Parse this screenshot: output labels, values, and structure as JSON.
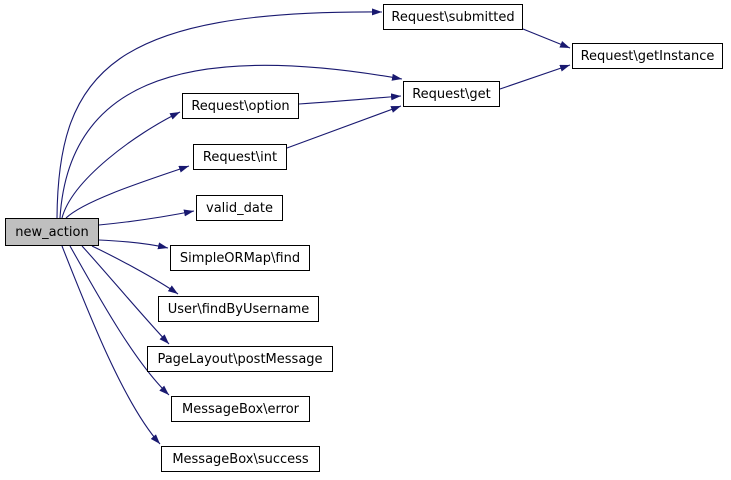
{
  "diagram": {
    "type": "call-graph",
    "background_color": "#ffffff",
    "edge_color": "#191970",
    "node_border_color": "#000000",
    "node_fill_color": "#ffffff",
    "highlighted_node_fill_color": "#bfbfbf",
    "nodes": [
      {
        "id": "new_action",
        "label": "new_action",
        "highlighted": true
      },
      {
        "id": "request_submitted",
        "label": "Request\\submitted",
        "highlighted": false
      },
      {
        "id": "request_getinstance",
        "label": "Request\\getInstance",
        "highlighted": false
      },
      {
        "id": "request_get",
        "label": "Request\\get",
        "highlighted": false
      },
      {
        "id": "request_option",
        "label": "Request\\option",
        "highlighted": false
      },
      {
        "id": "request_int",
        "label": "Request\\int",
        "highlighted": false
      },
      {
        "id": "valid_date",
        "label": "valid_date",
        "highlighted": false
      },
      {
        "id": "simpleormap_find",
        "label": "SimpleORMap\\find",
        "highlighted": false
      },
      {
        "id": "user_findbyusername",
        "label": "User\\findByUsername",
        "highlighted": false
      },
      {
        "id": "pagelayout_postmessage",
        "label": "PageLayout\\postMessage",
        "highlighted": false
      },
      {
        "id": "messagebox_error",
        "label": "MessageBox\\error",
        "highlighted": false
      },
      {
        "id": "messagebox_success",
        "label": "MessageBox\\success",
        "highlighted": false
      }
    ],
    "edges": [
      {
        "from": "new_action",
        "to": "request_submitted"
      },
      {
        "from": "new_action",
        "to": "request_get"
      },
      {
        "from": "new_action",
        "to": "request_option"
      },
      {
        "from": "new_action",
        "to": "request_int"
      },
      {
        "from": "new_action",
        "to": "valid_date"
      },
      {
        "from": "new_action",
        "to": "simpleormap_find"
      },
      {
        "from": "new_action",
        "to": "user_findbyusername"
      },
      {
        "from": "new_action",
        "to": "pagelayout_postmessage"
      },
      {
        "from": "new_action",
        "to": "messagebox_error"
      },
      {
        "from": "new_action",
        "to": "messagebox_success"
      },
      {
        "from": "request_submitted",
        "to": "request_getinstance"
      },
      {
        "from": "request_get",
        "to": "request_getinstance"
      },
      {
        "from": "request_option",
        "to": "request_get"
      },
      {
        "from": "request_int",
        "to": "request_get"
      }
    ]
  }
}
